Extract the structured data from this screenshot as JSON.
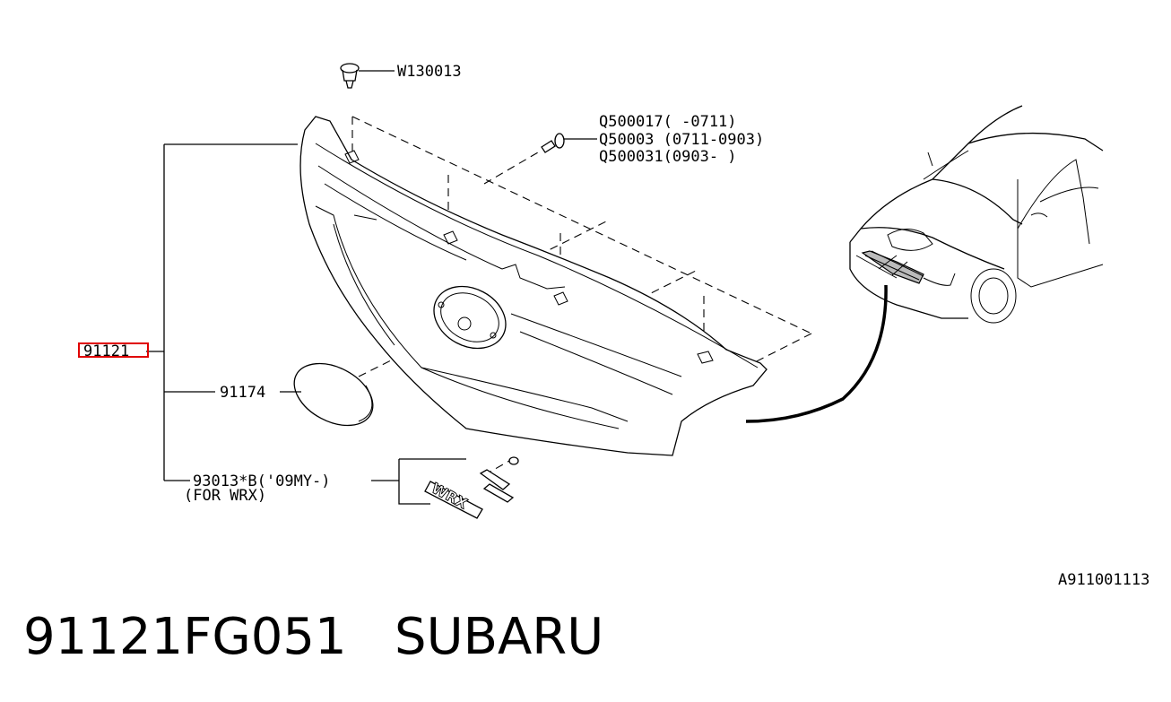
{
  "callouts": {
    "clip_top": "W130013",
    "screw_1": "Q500017(    -0711)",
    "screw_2": "Q50003 (0711-0903)",
    "screw_3": "Q500031(0903-    )",
    "grille_assy": "91121",
    "emblem": "91174",
    "badge_line1": "93013*B('09MY-)",
    "badge_line2": "(FOR WRX)"
  },
  "badge_text": "WRX",
  "diagram_code": "A911001113",
  "caption": {
    "part_number": "91121FG051",
    "brand": "SUBARU"
  },
  "highlight_color": "#e00000"
}
